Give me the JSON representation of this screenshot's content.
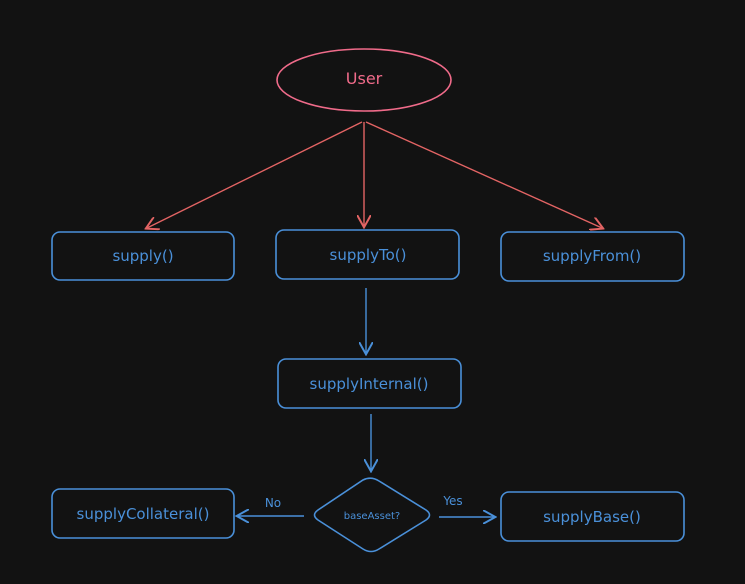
{
  "diagram": {
    "colors": {
      "background": "#121212",
      "user": "#f06b8a",
      "user_arrow": "#e36464",
      "node": "#4a90d9"
    },
    "nodes": {
      "user": "User",
      "supply": "supply()",
      "supplyTo": "supplyTo()",
      "supplyFrom": "supplyFrom()",
      "supplyInternal": "supplyInternal()",
      "decision": "baseAsset?",
      "supplyCollateral": "supplyCollateral()",
      "supplyBase": "supplyBase()"
    },
    "edge_labels": {
      "no": "No",
      "yes": "Yes"
    }
  }
}
